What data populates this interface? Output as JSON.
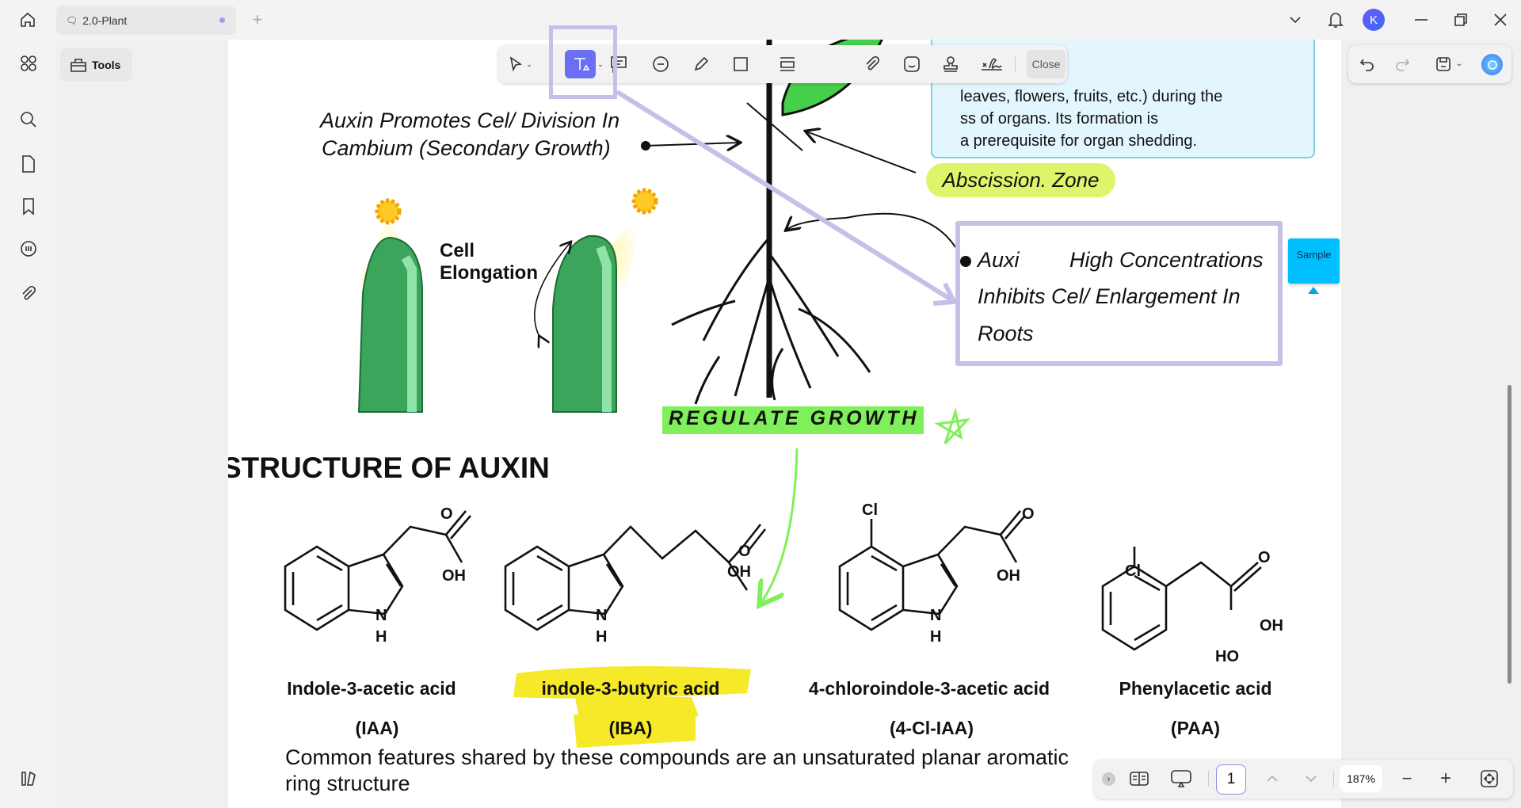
{
  "titlebar": {
    "tab_label": "2.0-Plant",
    "avatar_letter": "K"
  },
  "sidebar": {
    "tools_label": "Tools"
  },
  "annotation_toolbar": {
    "close_label": "Close",
    "active_tool": "text-box"
  },
  "document": {
    "blue_box_lines": [
      "leaves, flowers, fruits, etc.) during the",
      "ss of organs. Its formation is",
      "a prerequisite for organ shedding."
    ],
    "auxin_caption": [
      "Auxin Promotes Cel/ Division In",
      "Cambium (Secondary Growth)"
    ],
    "cell_elongation": [
      "Cell",
      "Elongation"
    ],
    "abscission_label": "Abscission. Zone",
    "box_lines": [
      "Auxi",
      "High Concentrations",
      "Inhibits Cel/ Enlargement In",
      "Roots"
    ],
    "sticky_note": "Sample",
    "section_title": "STRUCTURE OF AUXIN",
    "regulate_label": "REGULATE GROWTH",
    "compounds": [
      {
        "name": "Indole-3-acetic acid",
        "abbr": "(IAA)",
        "atoms": {
          "o": "O",
          "oh": "OH",
          "n": "N",
          "h": "H"
        }
      },
      {
        "name": "indole-3-butyric acid",
        "abbr": "(IBA)",
        "atoms": {
          "o": "O",
          "oh": "OH",
          "n": "N",
          "h": "H"
        }
      },
      {
        "name": "4-chloroindole-3-acetic acid",
        "abbr": "(4-Cl-IAA)",
        "atoms": {
          "cl": "Cl",
          "o": "O",
          "oh": "OH",
          "n": "N",
          "h": "H"
        }
      },
      {
        "name": "Phenylacetic acid",
        "abbr": "(PAA)",
        "atoms": {
          "cl": "Cl",
          "o": "O",
          "oh": "OH",
          "ho": "HO"
        }
      }
    ],
    "bottom_text": "Common features shared by these compounds are an unsaturated planar aromatic ring structure"
  },
  "bottom_toolbar": {
    "page_number": "1",
    "zoom": "187%"
  },
  "colors": {
    "accent": "#6b6ff5",
    "annotation_purple": "#c5c0e8",
    "highlight_yellow": "#f5e92a",
    "highlight_green": "#7ff05a",
    "abscission": "#dcf56a",
    "sticky": "#00bfff",
    "info_box": "#e4f6fd"
  }
}
